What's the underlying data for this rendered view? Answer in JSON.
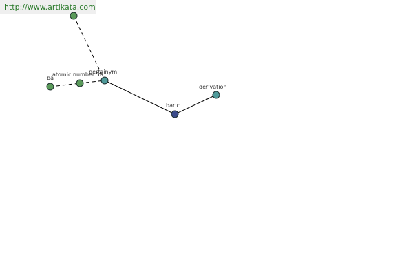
{
  "source_url": "http://www.artikata.com",
  "colors": {
    "banner_text": "#2a7a2a",
    "banner_bg": "#efefef",
    "node_green": "#5a9a5a",
    "node_teal": "#4f9a9a",
    "node_blue": "#3a4a8a"
  },
  "nodes": [
    {
      "id": "top",
      "label": "",
      "color": "#5a9a5a"
    },
    {
      "id": "ba",
      "label": "ba",
      "color": "#5a9a5a"
    },
    {
      "id": "atomic_number_56",
      "label": "atomic number 56",
      "color": "#5a9a5a"
    },
    {
      "id": "pertainym",
      "label": "pertainym",
      "color": "#4f9a9a"
    },
    {
      "id": "baric",
      "label": "baric",
      "color": "#3a4a8a"
    },
    {
      "id": "derivation",
      "label": "derivation",
      "color": "#4f9a9a"
    }
  ],
  "edges": [
    {
      "from": "top",
      "to": "pertainym",
      "style": "dashed"
    },
    {
      "from": "ba",
      "to": "atomic_number_56",
      "style": "dashed"
    },
    {
      "from": "atomic_number_56",
      "to": "pertainym",
      "style": "dashed"
    },
    {
      "from": "pertainym",
      "to": "baric",
      "style": "solid"
    },
    {
      "from": "baric",
      "to": "derivation",
      "style": "solid"
    }
  ]
}
